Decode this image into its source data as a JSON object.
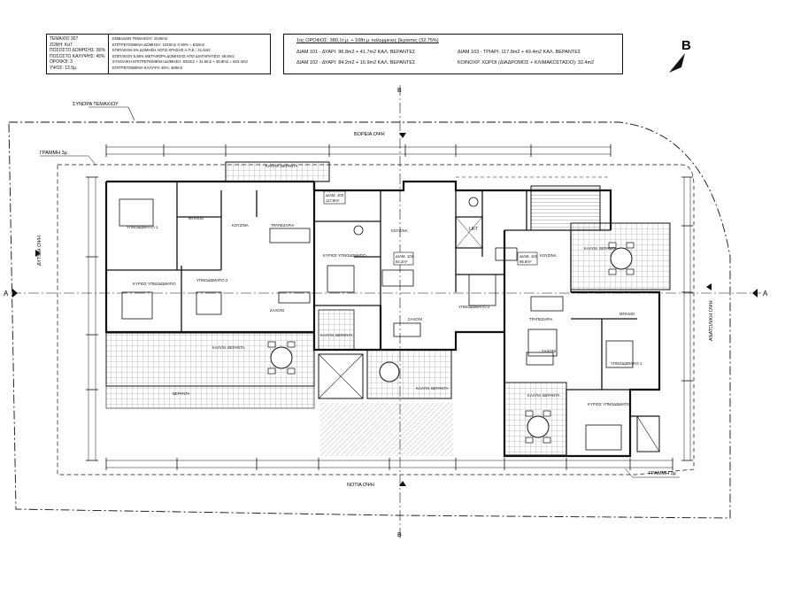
{
  "info_block": {
    "lines": [
      "ΤΕΜΑΧΙΟ 307",
      "ΖΩΝΗ: Κα7",
      "ΠΟΣΟΣΤΟ ΔΟΜΗΣΗΣ: 80%",
      "ΠΟΣΟΣΤΟ ΚΑΛΥΨΗΣ: 45%",
      "ΟΡΟΦΟΙ: 3",
      "ΥΨΟΣ: 13.5μ."
    ],
    "values": [
      "ΕΜΒΑΔΟΝ ΤΕΜΑΧΙΟΥ: 1040m2",
      "ΕΠΙΤΡΕΠΟΜΕΝΗ ΔΟΜΗΣΗ: 1040m2 X 80% = 832m2",
      "ΕΠΙΠΛΕΟΝ 5% ΔΟΜΗΣΗ ΛΟΓΩ ΧΡΗΣΗΣ Α.Π.Ε.: 41.6m2",
      "ΕΠΙΠΛΕΟΝ 5,85% ΜΕΤΑΦΟΡΑ ΔΟΜΗΣΗΣ ΑΠΟ ΔΙΑΤΗΡΗΤΕΟ: 49.8m2",
      "ΣΥΝΟΛΙΚΗ ΕΠΙΤΡΕΠΟΜΕΝΗ ΔΟΜΗΣΗ: 832m2 + 41.6m2 + 49.8m2 = 923.4m2",
      "ΕΠΙΤΡΕΠΟΜΕΝΗ ΚΑΛΥΨΗ 45%: 468m2"
    ]
  },
  "floor_summary": {
    "title": "1ος ΟΡΟΦΟΣ: 380.1τ.μ. + 108τ.μ. καλυμμενες βεραντες (32.75%)",
    "apt_101": "ΔΙΑΜ 101 - ΔΥΑΡΙ: 96.8m2 + 41.7m2 ΚΑΛ. ΒΕΡΑΝΤΕΣ",
    "apt_102": "ΔΙΑΜ 102 - ΔΥΑΡΙ: 84.2m2 + 16.9m2 ΚΑΛ. ΒΕΡΑΝΤΕΣ",
    "apt_103": "ΔΙΑΜ 103 - ΤΡΙΑΡΙ: 117.8m2 + 49.4m2 ΚΑΛ. ΒΕΡΑΝΤΕΣ",
    "common": "ΚΟΙΝΟΧΡ. ΧΩΡΟΙ (ΔΙΑΔΡΟΜΟΣ + ΚΛΙΜΑΚΟΣΤΑΣΙΟ): 32.4m2"
  },
  "north_letter": "B",
  "boundary_label": "ΣΥΝΟΡΑ ΤΕΜΑΧΙΟΥ",
  "line_3m_label": "ΓΡΑΜΜΗ 3μ",
  "line_3m_label_2": "ΓΡΑΜΜΗ 3μ",
  "north_view": "ΒΟΡΕΙΑ ΟΨΗ",
  "south_view": "ΝΟΤΙΑ ΟΨΗ",
  "west_view": "ΔΥΤΙΚΗ ΟΨΗ",
  "east_view": "ΑΝΑΤΟΛΙΚΗ ΟΨΗ",
  "section_a": "A",
  "section_b": "B",
  "apt_102_tag": [
    "ΔΙΑΜ. 102",
    "84.2m²"
  ],
  "apt_103_tag": [
    "ΔΙΑΜ. 103",
    "117.8m²"
  ],
  "apt_101_tag": [
    "ΔΙΑΜ. 101",
    "96.8m²"
  ],
  "rooms": {
    "bed1_w": "ΥΠΝΟΔΩΜΑΤΙΟ 1",
    "bath_w": "ΜΠΑΝΙΟ",
    "kitchen_w": "ΚΟΥΖΙΝΑ",
    "dining_w": "ΤΡΑΠΕΖΑΡΙΑ",
    "master_w": "ΚΥΡΙΟΣ ΥΠΝΟΔΩΜΑΤΙΟ",
    "bed2_w": "ΥΠΝΟΔΩΜΑΤΙΟ 2",
    "salon_w": "ΣΑΛΟΝΙ",
    "veranda_w1": "ΚΑΛΥΜ. ΒΕΡΑΝΤΑ",
    "veranda_w2": "ΒΕΡΑΝΤΑ",
    "veranda_nw": "ΚΑΛΥΜ. ΒΕΡΑΝΤΑ",
    "master_m": "ΚΥΡΙΟΣ ΥΠΝΟΔΩΜΑΤΙΟ",
    "kitchen_m": "ΚΟΥΖΙΝΑ",
    "bed2_m": "ΥΠΝΟΔΩΜΑΤΙΟ 2",
    "salon_m": "ΣΑΛΟΝΙ",
    "veranda_m1": "ΚΑΛΥΜ. ΒΕΡΑΝΤΑ",
    "veranda_m2": "ΚΑΛΥΜ. ΒΕΡΑΝΤΑ",
    "lift": "LIFT",
    "kitchen_e": "ΚΟΥΖΙΝΑ",
    "veranda_ne": "ΚΑΛΥΜ. ΒΕΡΑΝΤΑ",
    "dining_e": "ΤΡΑΠΕΖΑΡΙΑ",
    "bath_e": "ΜΠΑΝΙΟ",
    "salon_e": "ΣΑΛΟΝΙ",
    "bed1_e": "ΥΠΝΟΔΩΜΑΤΙΟ 1",
    "veranda_se": "ΚΑΛΥΜ. ΒΕΡΑΝΤΑ",
    "master_e": "ΚΥΡΙΟΣ ΥΠΝΟΔΩΜΑΤΙΟ"
  },
  "colors": {
    "line": "#111111",
    "hatch": "#555555",
    "paper": "#ffffff"
  }
}
